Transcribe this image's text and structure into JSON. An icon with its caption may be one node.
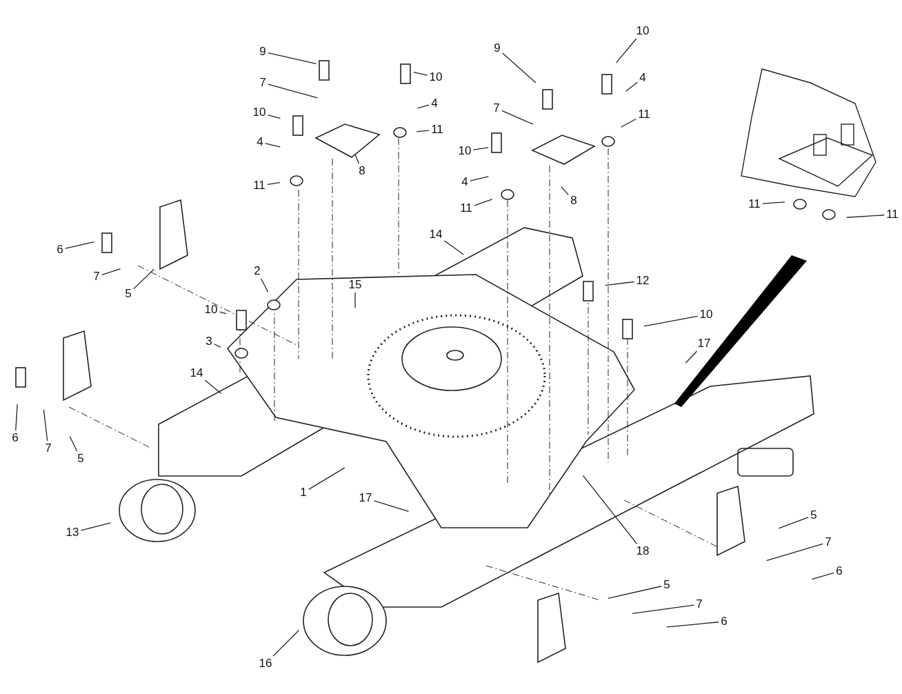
{
  "diagram": {
    "nodes": [
      {
        "text": [
          "9"
        ]
      },
      {
        "text": [
          "7"
        ]
      },
      {
        "text": [
          "10"
        ]
      },
      {
        "text": [
          "4"
        ]
      },
      {
        "text": [
          "11"
        ]
      },
      {
        "text": [
          "8"
        ]
      },
      {
        "text": [
          "10"
        ]
      },
      {
        "text": [
          "4"
        ]
      },
      {
        "text": [
          "11"
        ]
      },
      {
        "text": [
          "9"
        ]
      },
      {
        "text": [
          "7"
        ]
      },
      {
        "text": [
          "10"
        ]
      },
      {
        "text": [
          "4"
        ]
      },
      {
        "text": [
          "11"
        ]
      },
      {
        "text": [
          "8"
        ]
      },
      {
        "text": [
          "10"
        ]
      },
      {
        "text": [
          "4"
        ]
      },
      {
        "text": [
          "11"
        ]
      },
      {
        "text": [
          "11"
        ]
      },
      {
        "text": [
          "11"
        ]
      },
      {
        "text": [
          "6"
        ]
      },
      {
        "text": [
          "7"
        ]
      },
      {
        "text": [
          "5"
        ]
      },
      {
        "text": [
          "2"
        ]
      },
      {
        "text": [
          "14"
        ]
      },
      {
        "text": [
          "15"
        ]
      },
      {
        "text": [
          "12"
        ]
      },
      {
        "text": [
          "10"
        ]
      },
      {
        "text": [
          "3"
        ]
      },
      {
        "text": [
          "10"
        ]
      },
      {
        "text": [
          "17"
        ]
      },
      {
        "text": [
          "14"
        ]
      },
      {
        "text": [
          "6"
        ]
      },
      {
        "text": [
          "7"
        ]
      },
      {
        "text": [
          "5"
        ]
      },
      {
        "text": [
          "1"
        ]
      },
      {
        "text": [
          "13"
        ]
      },
      {
        "text": [
          "17"
        ]
      },
      {
        "text": [
          "18"
        ]
      },
      {
        "text": [
          "5"
        ]
      },
      {
        "text": [
          "7"
        ]
      },
      {
        "text": [
          "6"
        ]
      },
      {
        "text": [
          "5"
        ]
      },
      {
        "text": [
          "7"
        ]
      },
      {
        "text": [
          "6"
        ]
      },
      {
        "text": [
          "16"
        ]
      }
    ],
    "edges": [
      {
        "from": 0,
        "to": null,
        "arrow": "none"
      },
      {
        "from": 1,
        "to": null,
        "arrow": "none"
      },
      {
        "from": 2,
        "to": null,
        "arrow": "none"
      },
      {
        "from": 3,
        "to": null,
        "arrow": "none"
      },
      {
        "from": 4,
        "to": null,
        "arrow": "none"
      },
      {
        "from": 5,
        "to": null,
        "arrow": "none"
      },
      {
        "from": 6,
        "to": null,
        "arrow": "none"
      },
      {
        "from": 7,
        "to": null,
        "arrow": "none"
      },
      {
        "from": 8,
        "to": null,
        "arrow": "none"
      },
      {
        "from": 9,
        "to": null,
        "arrow": "none"
      },
      {
        "from": 10,
        "to": null,
        "arrow": "none"
      },
      {
        "from": 11,
        "to": null,
        "arrow": "none"
      },
      {
        "from": 12,
        "to": null,
        "arrow": "none"
      },
      {
        "from": 13,
        "to": null,
        "arrow": "none"
      },
      {
        "from": 14,
        "to": null,
        "arrow": "none"
      },
      {
        "from": 15,
        "to": null,
        "arrow": "none"
      },
      {
        "from": 16,
        "to": null,
        "arrow": "none"
      },
      {
        "from": 17,
        "to": null,
        "arrow": "none"
      },
      {
        "from": 18,
        "to": null,
        "arrow": "none"
      },
      {
        "from": 19,
        "to": null,
        "arrow": "none"
      },
      {
        "from": 20,
        "to": null,
        "arrow": "none"
      },
      {
        "from": 21,
        "to": null,
        "arrow": "none"
      },
      {
        "from": 22,
        "to": null,
        "arrow": "none"
      },
      {
        "from": 23,
        "to": null,
        "arrow": "none"
      },
      {
        "from": 24,
        "to": null,
        "arrow": "none"
      },
      {
        "from": 25,
        "to": null,
        "arrow": "none"
      },
      {
        "from": 26,
        "to": null,
        "arrow": "none"
      },
      {
        "from": 27,
        "to": null,
        "arrow": "none"
      },
      {
        "from": 28,
        "to": null,
        "arrow": "none"
      },
      {
        "from": 29,
        "to": null,
        "arrow": "none"
      },
      {
        "from": 30,
        "to": null,
        "arrow": "none"
      },
      {
        "from": 31,
        "to": null,
        "arrow": "none"
      },
      {
        "from": 32,
        "to": null,
        "arrow": "none"
      },
      {
        "from": 33,
        "to": null,
        "arrow": "none"
      },
      {
        "from": 34,
        "to": null,
        "arrow": "none"
      },
      {
        "from": 35,
        "to": null,
        "arrow": "none"
      },
      {
        "from": 36,
        "to": null,
        "arrow": "none"
      },
      {
        "from": 37,
        "to": null,
        "arrow": "none"
      },
      {
        "from": 38,
        "to": null,
        "arrow": "none"
      },
      {
        "from": 39,
        "to": null,
        "arrow": "none"
      },
      {
        "from": 40,
        "to": null,
        "arrow": "none"
      },
      {
        "from": 41,
        "to": null,
        "arrow": "none"
      },
      {
        "from": 42,
        "to": null,
        "arrow": "none"
      },
      {
        "from": 43,
        "to": null,
        "arrow": "none"
      },
      {
        "from": 44,
        "to": null,
        "arrow": "none"
      },
      {
        "from": 45,
        "to": null,
        "arrow": "none"
      }
    ]
  }
}
